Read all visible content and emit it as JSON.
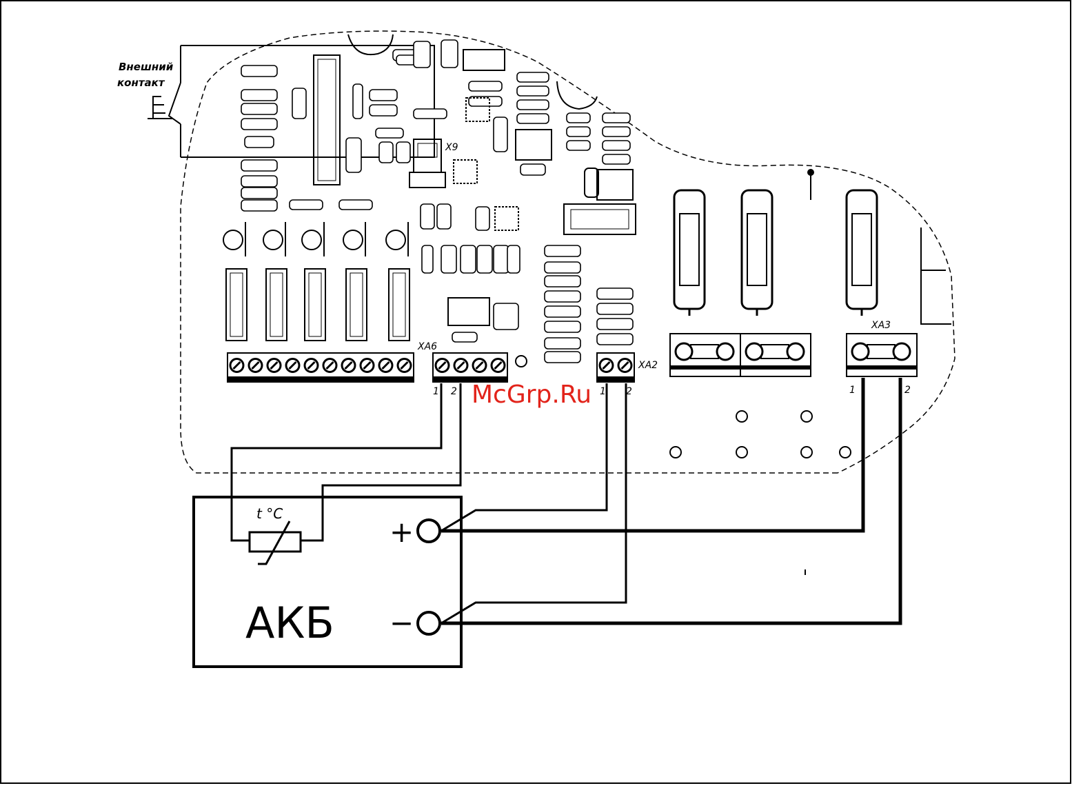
{
  "labels": {
    "external_contact_line1": "Внешний",
    "external_contact_line2": "контакт",
    "x9": "X9",
    "xa6": "XA6",
    "xa2": "XA2",
    "xa3": "XA3",
    "pin1": "1",
    "pin2": "2",
    "thermo": "t °C",
    "plus": "+",
    "minus": "−",
    "battery": "АКБ"
  },
  "watermark": {
    "text": "McGrp.Ru",
    "color": "#e2231a"
  },
  "colors": {
    "ink": "#000000",
    "background": "#ffffff"
  }
}
